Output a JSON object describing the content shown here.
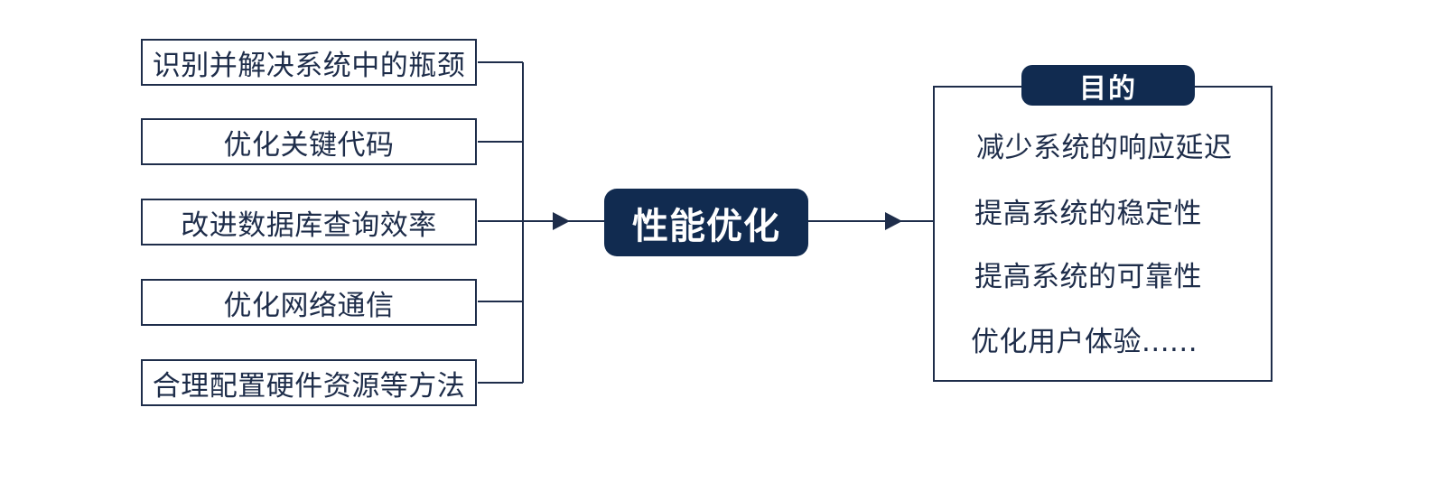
{
  "center": {
    "label": "性能优化"
  },
  "methods": [
    "识别并解决系统中的瓶颈",
    "优化关键代码",
    "改进数据库查询效率",
    "优化网络通信",
    "合理配置硬件资源等方法"
  ],
  "purpose": {
    "title": "目的",
    "items": [
      "减少系统的响应延迟",
      "提高系统的稳定性",
      "提高系统的可靠性",
      "优化用户体验......"
    ]
  },
  "colors": {
    "primary": "#112b50",
    "line": "#1e2d4a",
    "background": "#ffffff"
  }
}
